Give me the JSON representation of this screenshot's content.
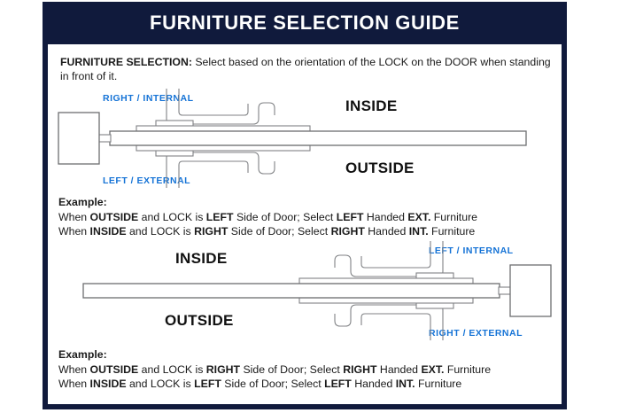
{
  "header": {
    "title": "FURNITURE SELECTION GUIDE",
    "bg_color": "#101a3c",
    "text_color": "#ffffff"
  },
  "colors": {
    "navy": "#101a3c",
    "blue_label": "#1573d6",
    "black_label": "#111111",
    "line_gray": "#808285",
    "background": "#ffffff"
  },
  "intro": {
    "lead": "FURNITURE SELECTION:",
    "text": " Select based on the orientation of the LOCK on the DOOR when standing in front of it."
  },
  "diagrams": [
    {
      "id": "diagram-top",
      "lock_position": "left",
      "labels": {
        "top_blue": "RIGHT / INTERNAL",
        "bottom_blue": "LEFT / EXTERNAL",
        "top_black": "INSIDE",
        "bottom_black": "OUTSIDE"
      }
    },
    {
      "id": "diagram-bottom",
      "lock_position": "right",
      "labels": {
        "top_blue": "LEFT / INTERNAL",
        "bottom_blue": "RIGHT / EXTERNAL",
        "top_black": "INSIDE",
        "bottom_black": "OUTSIDE"
      }
    }
  ],
  "examples": [
    {
      "id": "example-top",
      "heading": "Example:",
      "lines": [
        {
          "p1": "When ",
          "b1": "OUTSIDE",
          "p2": " and LOCK is ",
          "b2": "LEFT",
          "p3": " Side of Door;   Select ",
          "b3": "LEFT",
          "p4": " Handed ",
          "b4": "EXT.",
          "p5": " Furniture"
        },
        {
          "p1": "When ",
          "b1": "INSIDE",
          "p2": " and LOCK is ",
          "b2": "RIGHT",
          "p3": " Side of Door;  Select ",
          "b3": "RIGHT",
          "p4": " Handed ",
          "b4": "INT.",
          "p5": " Furniture"
        }
      ]
    },
    {
      "id": "example-bottom",
      "heading": "Example:",
      "lines": [
        {
          "p1": "When ",
          "b1": "OUTSIDE",
          "p2": " and LOCK is ",
          "b2": "RIGHT",
          "p3": " Side of Door;   Select ",
          "b3": "RIGHT",
          "p4": " Handed ",
          "b4": "EXT.",
          "p5": " Furniture"
        },
        {
          "p1": "When ",
          "b1": "INSIDE",
          "p2": " and LOCK is ",
          "b2": "LEFT",
          "p3": " Side of Door;  Select ",
          "b3": "LEFT",
          "p4": " Handed ",
          "b4": "INT.",
          "p5": " Furniture"
        }
      ]
    }
  ]
}
